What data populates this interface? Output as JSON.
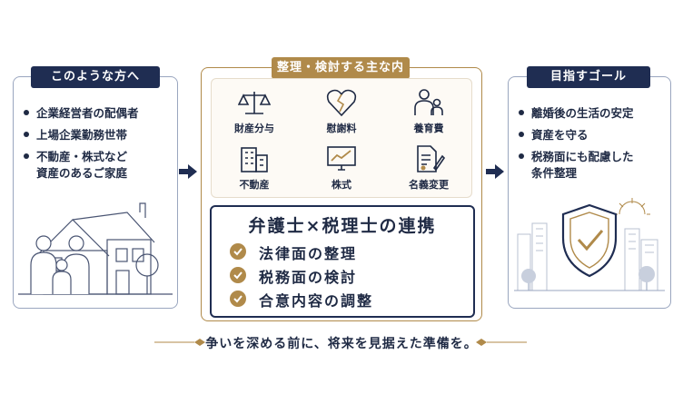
{
  "left": {
    "title": "このような方へ",
    "items": [
      "企業経営者の配偶者",
      "上場企業勤務世帯",
      "不動産・株式など",
      "資産のあるご家庭"
    ]
  },
  "center": {
    "title": "整理・検討する主な内容",
    "cells": [
      {
        "label": "財産分与",
        "icon": "scales-icon"
      },
      {
        "label": "慰謝料",
        "icon": "broken-heart-icon"
      },
      {
        "label": "養育費",
        "icon": "parent-child-icon"
      },
      {
        "label": "不動産",
        "icon": "building-icon"
      },
      {
        "label": "株式",
        "icon": "stock-chart-icon"
      },
      {
        "label": "名義変更",
        "icon": "document-pen-icon"
      }
    ],
    "coop_title": "弁護士×税理士の連携",
    "coop_items": [
      "法律面の整理",
      "税務面の検討",
      "合意内容の調整"
    ]
  },
  "right": {
    "title": "目指すゴール",
    "items": [
      "離婚後の生活の安定",
      "資産を守る",
      "税務面にも配慮した",
      "条件整理"
    ]
  },
  "footer": "争いを深める前に、将来を見据えた準備を。",
  "colors": {
    "navy": "#1f2d52",
    "gold": "#b08a4a",
    "border": "#9aa6bf"
  }
}
